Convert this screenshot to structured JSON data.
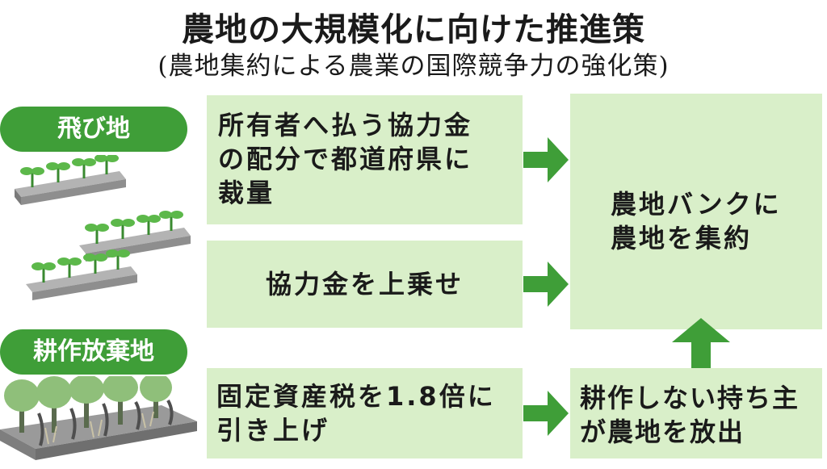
{
  "header": {
    "title": "農地の大規模化に向けた推進策",
    "subtitle": "(農地集約による農業の国際競争力の強化策)"
  },
  "labels": {
    "scattered": "飛び地",
    "abandoned": "耕作放棄地"
  },
  "boxes": {
    "cooperation_fee_line1": "所有者へ払う協力金",
    "cooperation_fee_line2": "の配分で都道府県に",
    "cooperation_fee_line3": "裁量",
    "fee_increase": "協力金を上乗せ",
    "tax_line1": "固定資産税を1.8倍に",
    "tax_line2": "引き上げ",
    "bank_line1": "農地バンクに",
    "bank_line2": "農地を集約",
    "release_line1": "耕作しない持ち主",
    "release_line2": "が農地を放出"
  },
  "colors": {
    "accent_green": "#3f9e38",
    "box_fill": "#d9efc9",
    "soil_gray": "#8a8a8a"
  }
}
